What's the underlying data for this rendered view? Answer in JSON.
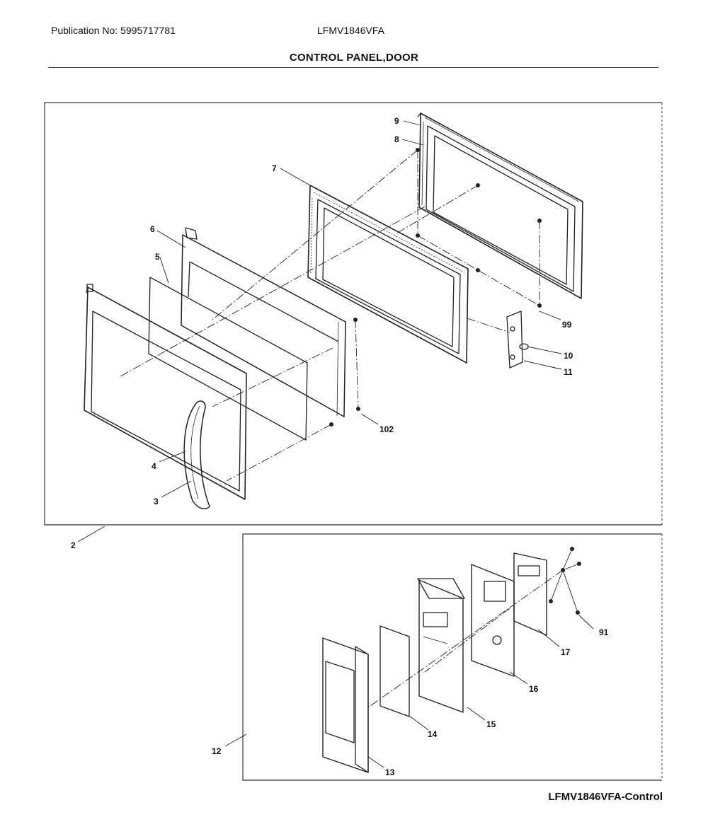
{
  "header": {
    "publication": "Publication No: 5995717781",
    "model": "LFMV1846VFA",
    "section_title": "CONTROL PANEL,DOOR"
  },
  "footer": {
    "reference": "LFMV1846VFA-Control"
  },
  "callouts": {
    "c2": "2",
    "c3": "3",
    "c4": "4",
    "c5": "5",
    "c6": "6",
    "c7": "7",
    "c8": "8",
    "c9": "9",
    "c10": "10",
    "c11": "11",
    "c12": "12",
    "c13": "13",
    "c14": "14",
    "c15": "15",
    "c16": "16",
    "c17": "17",
    "c91": "91",
    "c99": "99",
    "c102": "102"
  }
}
